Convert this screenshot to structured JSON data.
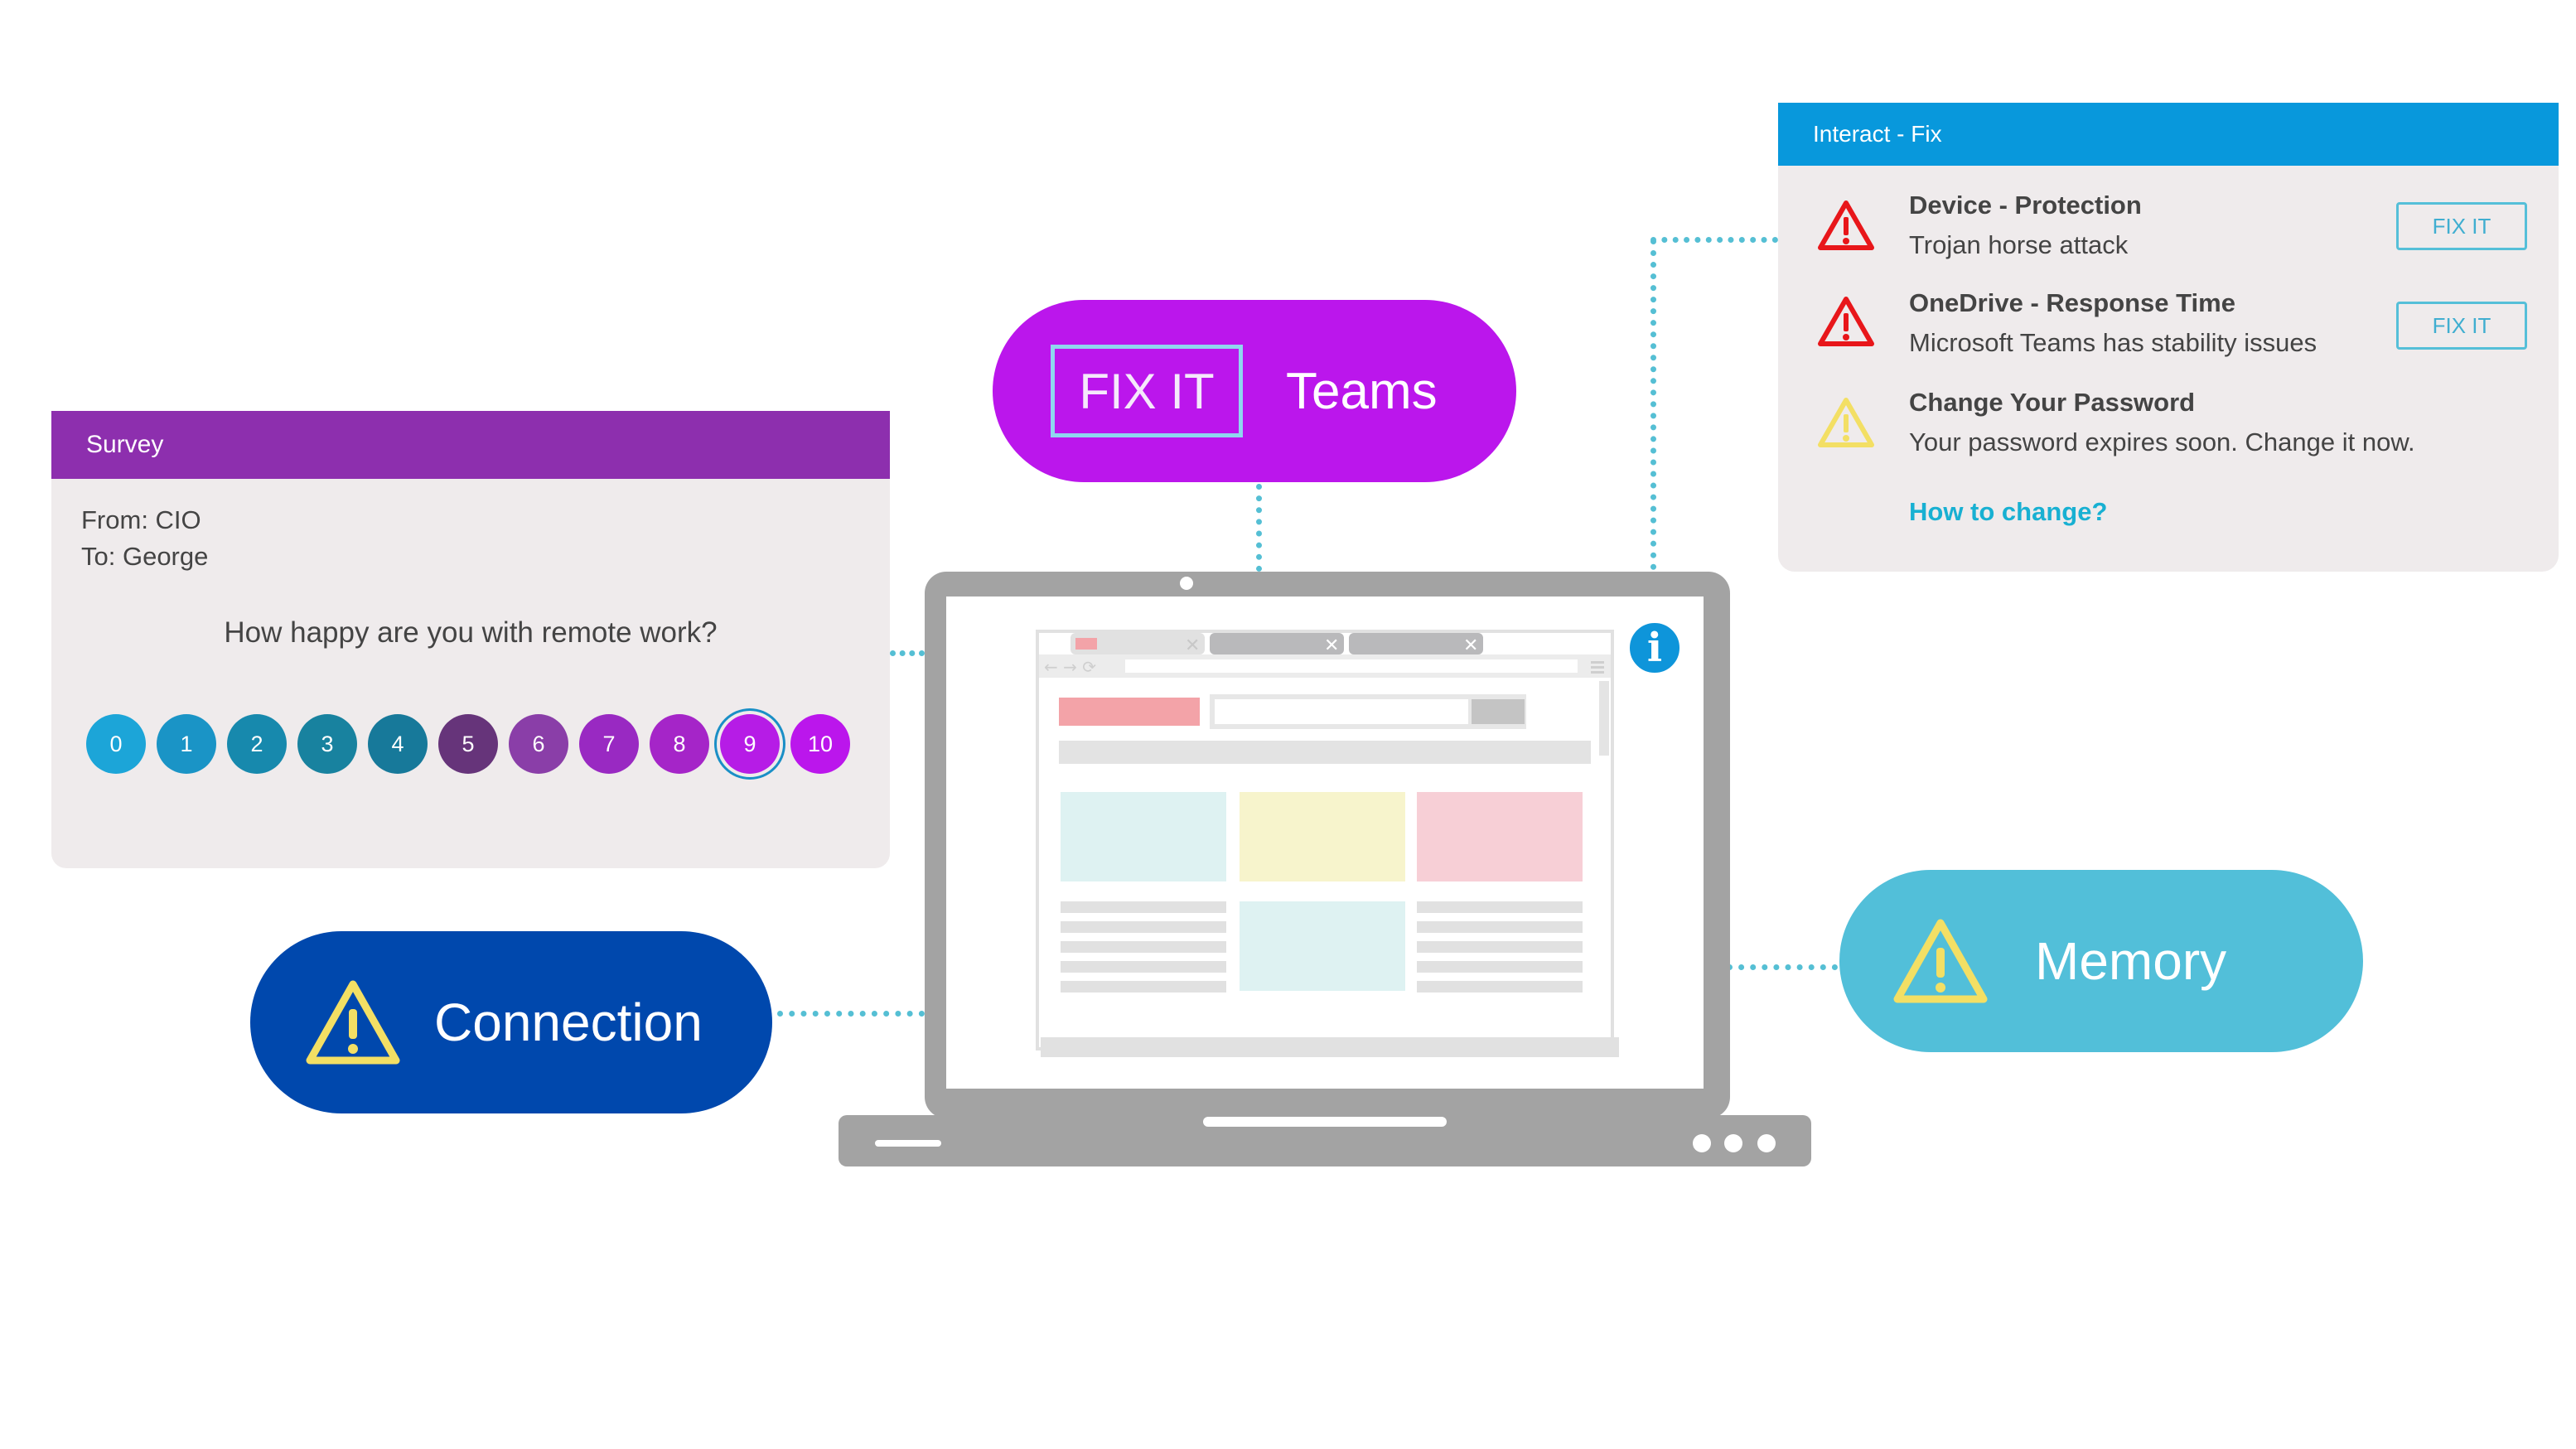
{
  "colors": {
    "survey_header": "#8d2fae",
    "teams_pill": "#bb16ec",
    "connection_pill": "#0048ad",
    "memory_pill": "#52bfd9",
    "fix_header": "#0898dc",
    "link": "#18b0d2",
    "alert_red": "#e8161a",
    "alert_yellow": "#f3df64"
  },
  "survey": {
    "title": "Survey",
    "from": "From: CIO",
    "to": "To: George",
    "question": "How happy are you with remote work?",
    "scale": [
      {
        "label": "0",
        "color": "#1ca5d8"
      },
      {
        "label": "1",
        "color": "#1a94c6"
      },
      {
        "label": "2",
        "color": "#1789ad"
      },
      {
        "label": "3",
        "color": "#18829f"
      },
      {
        "label": "4",
        "color": "#17799a"
      },
      {
        "label": "5",
        "color": "#66347a"
      },
      {
        "label": "6",
        "color": "#8a3ea8"
      },
      {
        "label": "7",
        "color": "#9929c2"
      },
      {
        "label": "8",
        "color": "#a525c8"
      },
      {
        "label": "9",
        "color": "#b61ce6",
        "selected": true
      },
      {
        "label": "10",
        "color": "#bb16ec"
      }
    ]
  },
  "teams_pill": {
    "fix_label": "FIX IT",
    "label": "Teams"
  },
  "connection_pill": {
    "label": "Connection",
    "icon": "warning-icon"
  },
  "memory_pill": {
    "label": "Memory",
    "icon": "warning-icon"
  },
  "fix_panel": {
    "title": "Interact - Fix",
    "alerts": [
      {
        "title": "Device - Protection",
        "description": "Trojan horse attack",
        "button": "FIX IT",
        "severity": "red"
      },
      {
        "title": "OneDrive - Response Time",
        "description": "Microsoft Teams has stability issues",
        "button": "FIX IT",
        "severity": "red"
      },
      {
        "title": "Change Your Password",
        "description": "Your password expires soon. Change it now.",
        "link": "How to change?",
        "severity": "yellow"
      }
    ]
  },
  "laptop": {
    "info_icon": "info-icon"
  }
}
